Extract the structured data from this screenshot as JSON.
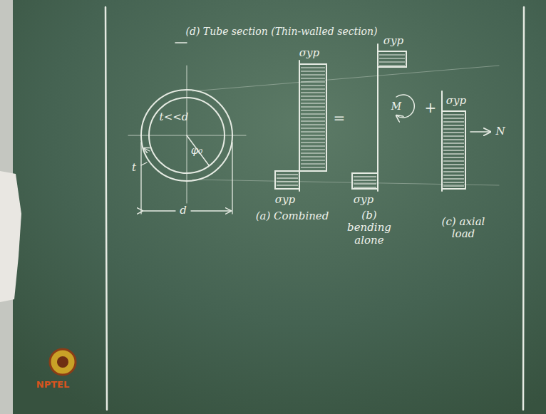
{
  "diagram": {
    "title": "(d) Tube section (Thin-walled section)",
    "labels": [
      "t<<d",
      "t",
      "φ₀",
      "d",
      "σyp",
      "σyp",
      "=",
      "σyp",
      "σyp",
      "M",
      "+",
      "σyp",
      "N",
      "(a) Combined",
      "(b) bending alone",
      "(c) axial load",
      "NPTEL"
    ]
  }
}
